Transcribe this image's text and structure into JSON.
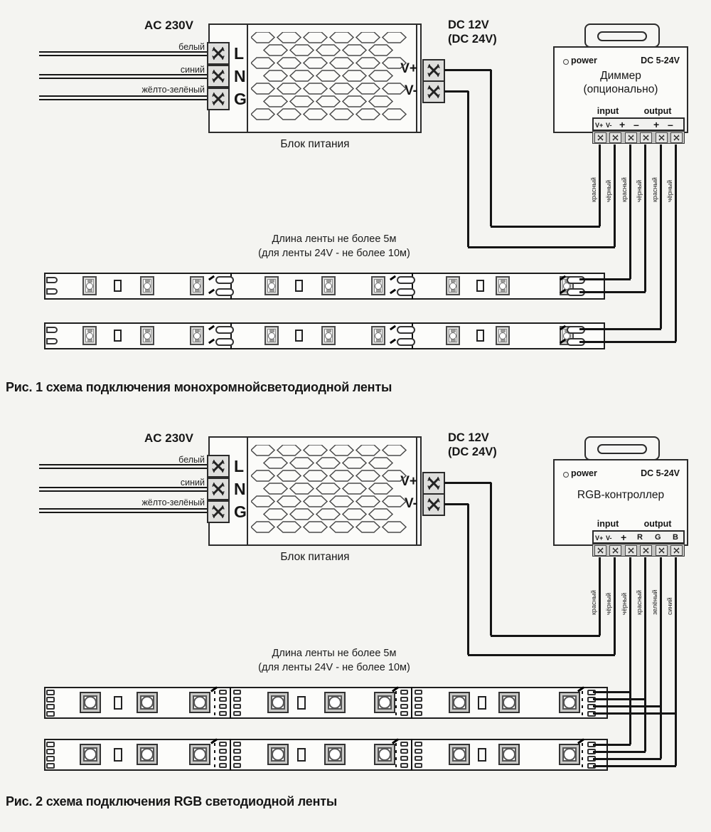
{
  "fig1": {
    "ac_label": "AC 230V",
    "input_wires": [
      "белый",
      "синий",
      "жёлто-зелёный"
    ],
    "psu": {
      "terminals": [
        "L",
        "N",
        "G"
      ],
      "caption": "Блок питания",
      "out_labels": [
        "V+",
        "V-"
      ]
    },
    "dc_label": [
      "DC 12V",
      "(DC 24V)"
    ],
    "controller": {
      "power_label": "power",
      "voltage_label": "DC 5-24V",
      "title": [
        "Диммер",
        "(опционально)"
      ],
      "io_labels": [
        "input",
        "output"
      ],
      "terminals": [
        "V+",
        "V-",
        "+",
        "–",
        "+",
        "–"
      ],
      "wire_colors": [
        "красный",
        "чёрный",
        "красный",
        "чёрный",
        "красный",
        "чёрный"
      ]
    },
    "strip_note": [
      "Длина ленты не более 5м",
      "(для ленты 24V - не более 10м)"
    ],
    "caption": "Рис. 1 схема подключения монохромнойсветодиодной ленты"
  },
  "fig2": {
    "ac_label": "AC 230V",
    "input_wires": [
      "белый",
      "синий",
      "жёлто-зелёный"
    ],
    "psu": {
      "terminals": [
        "L",
        "N",
        "G"
      ],
      "caption": "Блок питания",
      "out_labels": [
        "V+",
        "V-"
      ]
    },
    "dc_label": [
      "DC 12V",
      "(DC 24V)"
    ],
    "controller": {
      "power_label": "power",
      "voltage_label": "DC 5-24V",
      "title": [
        "RGB-контроллер",
        ""
      ],
      "io_labels": [
        "input",
        "output"
      ],
      "terminals": [
        "V+",
        "V-",
        "+",
        "R",
        "G",
        "B"
      ],
      "wire_colors": [
        "красный",
        "чёрный",
        "чёрный",
        "красный",
        "зелёный",
        "синий"
      ]
    },
    "strip_note": [
      "Длина ленты не более 5м",
      "(для ленты 24V - не более 10м)"
    ],
    "caption": "Рис. 2 схема подключения RGB светодиодной ленты"
  }
}
